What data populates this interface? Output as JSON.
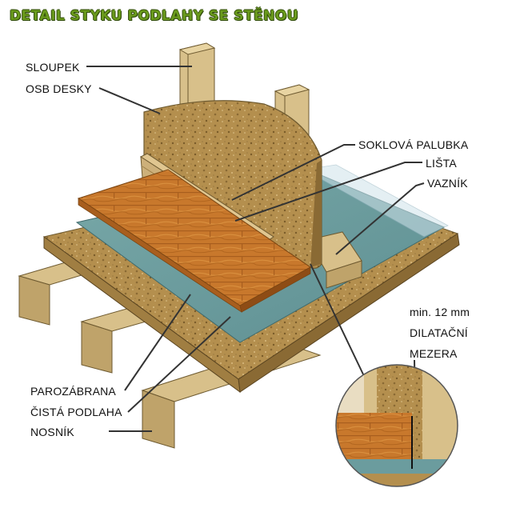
{
  "title": "DETAIL STYKU PODLAHY SE STĚNOU",
  "labels": {
    "sloupek": "SLOUPEK",
    "osb_desky": "OSB DESKY",
    "soklova_palubka": "SOKLOVÁ PALUBKA",
    "lista": "LIŠTA",
    "vaznik": "VAZNÍK",
    "gap_line1": "min. 12 mm",
    "gap_line2": "DILATAČNÍ",
    "gap_line3": "MEZERA",
    "parozabrana": "PAROZÁBRANA",
    "cista_podlaha": "ČISTÁ PODLAHA",
    "nosnik": "NOSNÍK"
  },
  "colors": {
    "title_green": "#6a9a1c",
    "wood": "#c9a96b",
    "osb": "#b5914f",
    "floor": "#c8782c",
    "membrane": "#6b9c9e"
  }
}
